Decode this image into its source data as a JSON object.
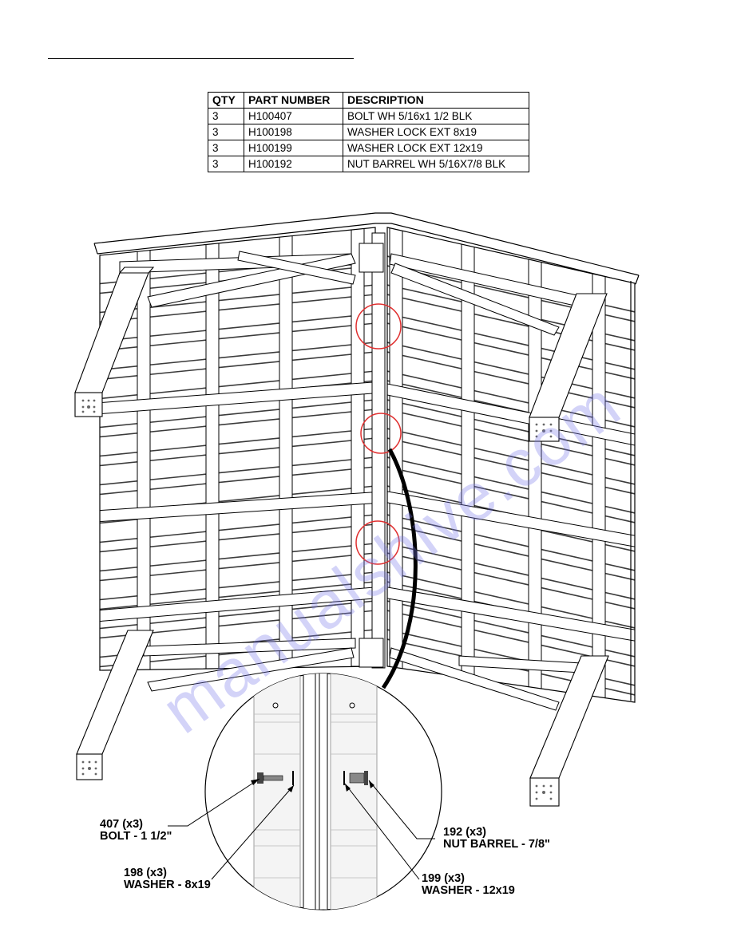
{
  "parts_table": {
    "headers": [
      "QTY",
      "PART NUMBER",
      "DESCRIPTION"
    ],
    "rows": [
      {
        "qty": "3",
        "part_number": "H100407",
        "description": "BOLT WH 5/16x1 1/2 BLK"
      },
      {
        "qty": "3",
        "part_number": "H100198",
        "description": "WASHER LOCK EXT 8x19"
      },
      {
        "qty": "3",
        "part_number": "H100199",
        "description": "WASHER LOCK EXT 12x19"
      },
      {
        "qty": "3",
        "part_number": "H100192",
        "description": "NUT BARREL WH 5/16X7/8 BLK"
      }
    ]
  },
  "callouts": {
    "bolt": {
      "qty": "407 (x3)",
      "name": "BOLT - 1 1/2\""
    },
    "washer_8": {
      "qty": "198 (x3)",
      "name": "WASHER - 8x19"
    },
    "nut": {
      "qty": "192 (x3)",
      "name": "NUT BARREL - 7/8\""
    },
    "washer_12": {
      "qty": "199 (x3)",
      "name": "WASHER - 12x19"
    }
  },
  "watermark": "manualshive.com",
  "colors": {
    "highlight_circle": "#e03030",
    "watermark": "#7878eb",
    "line": "#000000"
  }
}
